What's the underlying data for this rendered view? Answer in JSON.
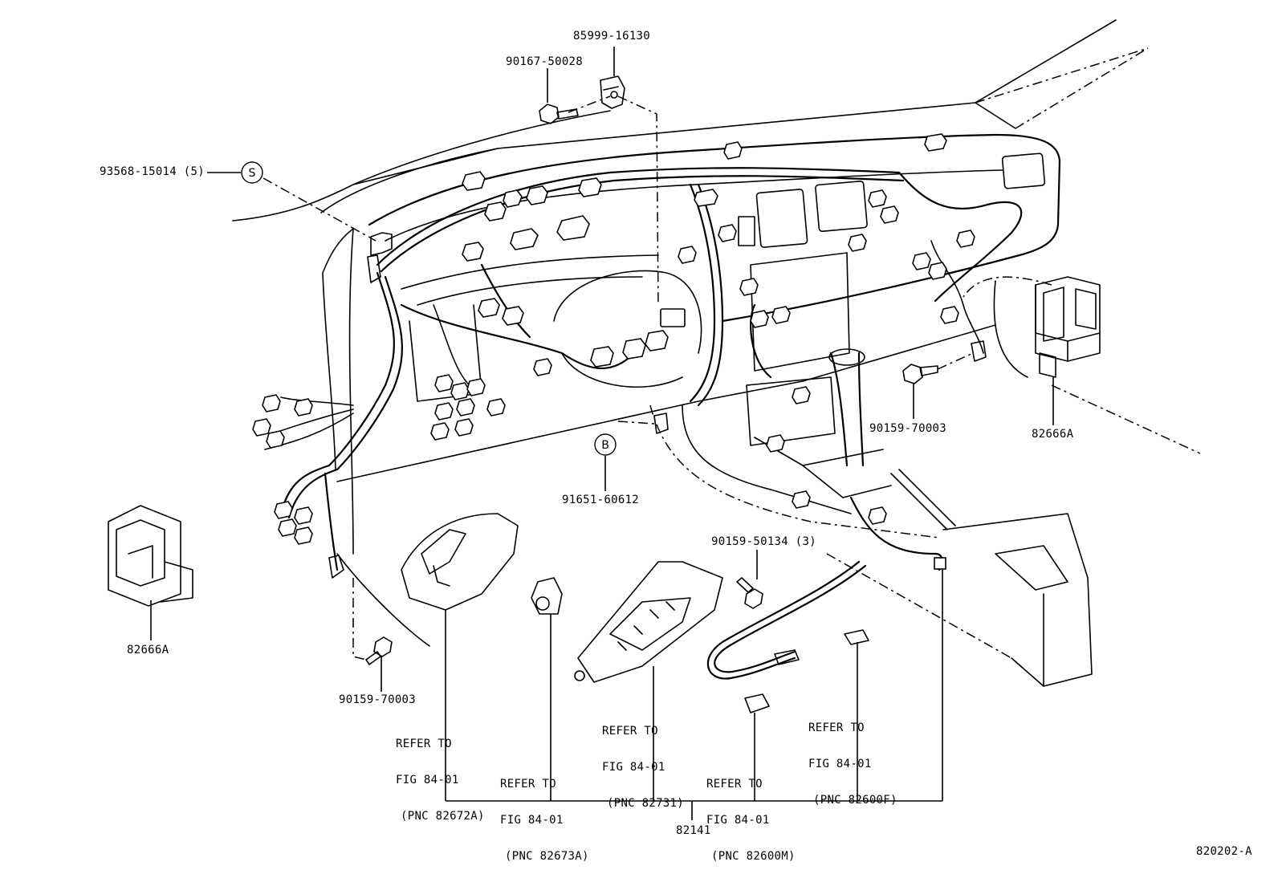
{
  "diagram_id": "820202-A",
  "callouts": {
    "p_85999_16130": "85999-16130",
    "p_90167_50028": "90167-50028",
    "p_93568_15014": "93568-15014 (5)",
    "circle_s": "S",
    "circle_b": "B",
    "p_91651_60612": "91651-60612",
    "p_90159_70003_right": "90159-70003",
    "p_82666a_right": "82666A",
    "p_82666a_left": "82666A",
    "p_90159_70003_left": "90159-70003",
    "p_90159_50134": "90159-50134 (3)",
    "p_82141": "82141"
  },
  "refer_notes": [
    {
      "line1": "REFER TO",
      "line2": "FIG 84-01",
      "line3": "(PNC 82672A)"
    },
    {
      "line1": "REFER TO",
      "line2": "FIG 84-01",
      "line3": "(PNC 82673A)"
    },
    {
      "line1": "REFER TO",
      "line2": "FIG 84-01",
      "line3": "(PNC 82731)"
    },
    {
      "line1": "REFER TO",
      "line2": "FIG 84-01",
      "line3": "(PNC 82600M)"
    },
    {
      "line1": "REFER TO",
      "line2": "FIG 84-01",
      "line3": "(PNC 82600F)"
    }
  ]
}
